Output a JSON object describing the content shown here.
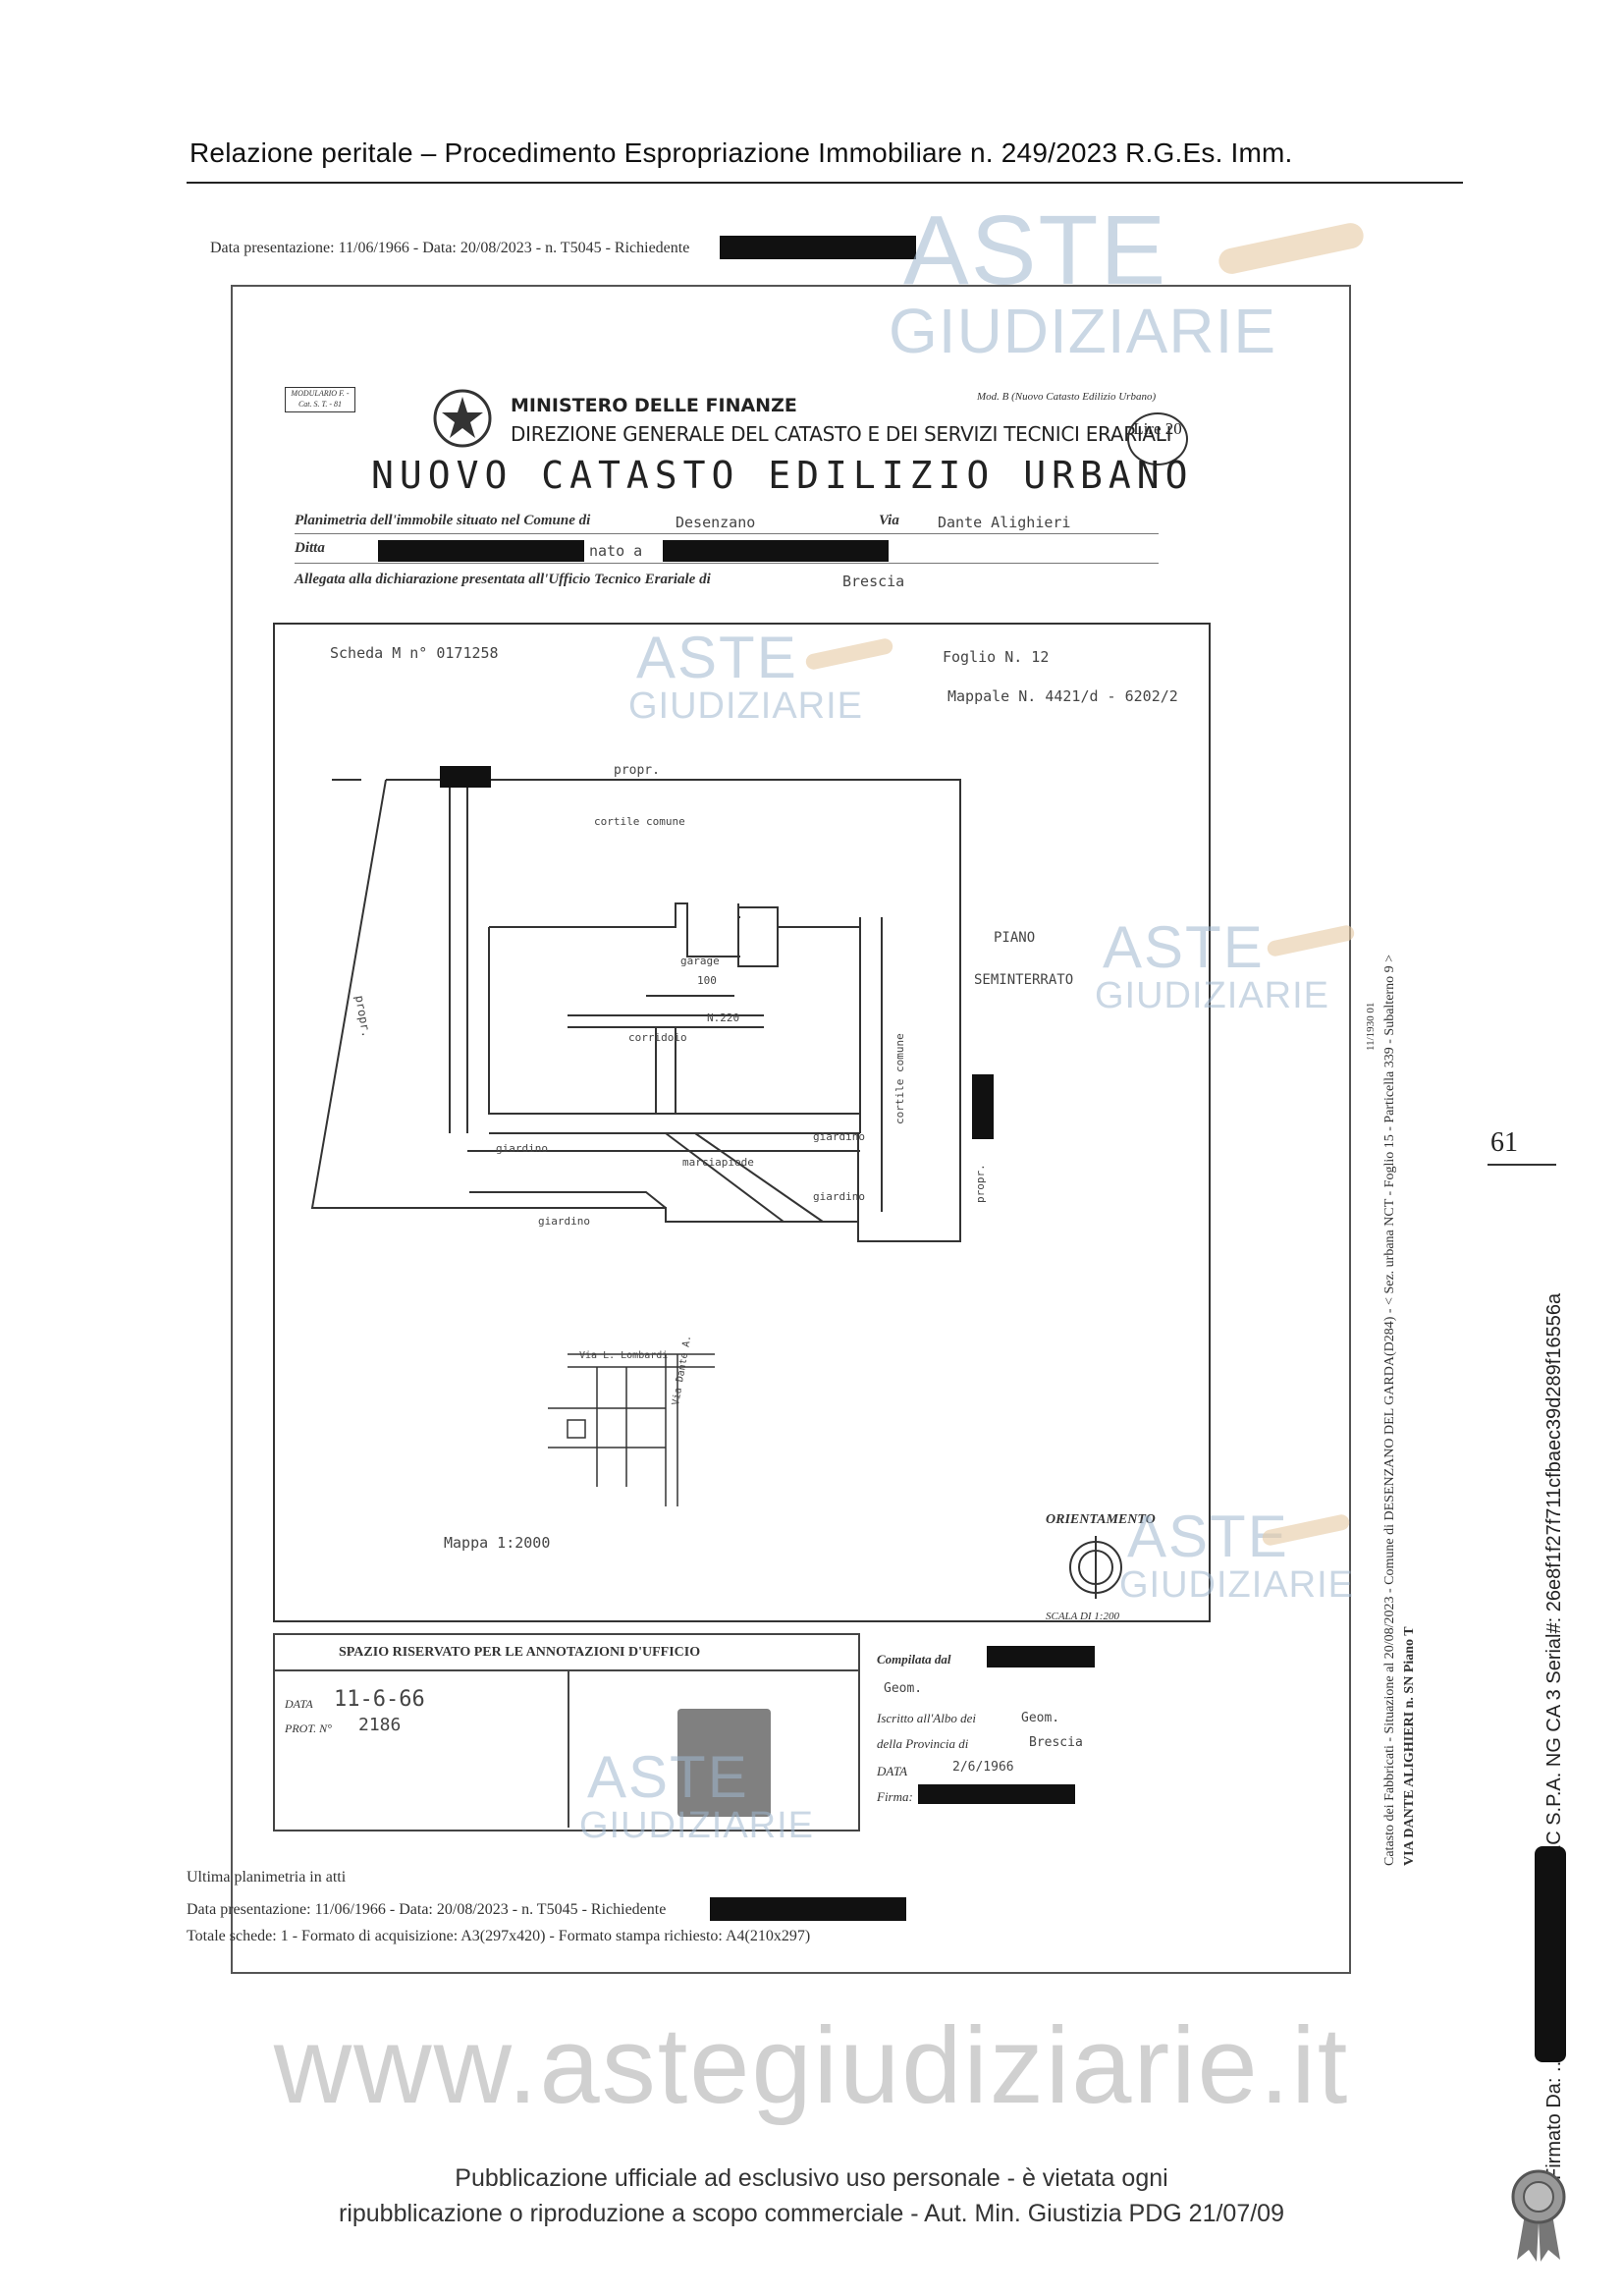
{
  "header": {
    "text": "Relazione peritale  – Procedimento Espropriazione Immobiliare n. 249/2023  R.G.Es. Imm."
  },
  "page_number": "61",
  "top_meta": "Data presentazione: 11/06/1966 - Data: 20/08/2023 - n. T5045 - Richiedente",
  "watermark": {
    "line1": "ASTE",
    "line2": "GIUDIZIARIE"
  },
  "form": {
    "modulario": "MODULARIO F. - Cat. S. T. - 81",
    "ministry": "MINISTERO DELLE FINANZE",
    "direction": "DIREZIONE GENERALE DEL CATASTO E DEI SERVIZI TECNICI ERARIALI",
    "title": "NUOVO CATASTO EDILIZIO URBANO",
    "stamp_value": "Lire 20",
    "mod_ref": "Mod. B (Nuovo Catasto Edilizio Urbano)",
    "planimetria_label": "Planimetria dell'immobile situato nel Comune di",
    "comune": "Desenzano",
    "via_label": "Via",
    "via": "Dante Alighieri",
    "ditta_label": "Ditta",
    "ditta_mid": "nato a",
    "allegata_label": "Allegata alla dichiarazione presentata all'Ufficio Tecnico Erariale di",
    "ufficio": "Brescia"
  },
  "plan": {
    "scheda": "Scheda M n° 0171258",
    "foglio": "Foglio N. 12",
    "mappale": "Mappale N. 4421/d - 6202/2",
    "propr_top": "propr.",
    "propr_left": "propr.",
    "propr_right": "propr.",
    "cortile_comune_top": "cortile comune",
    "cortile_comune_right": "cortile comune",
    "piano": "PIANO",
    "seminterrato": "SEMINTERRATO",
    "garage": "garage",
    "garage_num": "100",
    "corridoio": "corridoio",
    "n220": "N.220",
    "giardino_left": "giardino",
    "giardino_right": "giardino",
    "giardino_right2": "giardino",
    "giardino_bottom": "giardino",
    "marciapiede": "marciapiede",
    "via_lombardi": "Via L. Lombardi",
    "via_dante": "Via Dante A.",
    "mappa": "Mappa 1:2000",
    "orientamento": "ORIENTAMENTO",
    "scala": "SCALA DI 1:200"
  },
  "office": {
    "title": "SPAZIO RISERVATO PER LE ANNOTAZIONI D'UFFICIO",
    "data_label": "DATA",
    "data_value": "11-6-66",
    "prot_label": "PROT. N°",
    "prot_value": "2186",
    "compilata_label": "Compilata dal",
    "compilata_value": "Geom.",
    "iscritto_label": "Iscritto all'Albo dei",
    "iscritto_value": "Geom.",
    "provincia_label": "della Provincia di",
    "provincia_value": "Brescia",
    "data2_label": "DATA",
    "data2_value": "2/6/1966",
    "firma_label": "Firma:"
  },
  "bottom_meta": {
    "line1": "Ultima planimetria in atti",
    "line2": "Data presentazione: 11/06/1966 - Data: 20/08/2023 - n. T5045 - Richiedente",
    "line3": "Totale schede: 1 - Formato di acquisizione: A3(297x420)  - Formato stampa richiesto: A4(210x297)"
  },
  "side_text": {
    "line1": "Catasto dei Fabbricati - Situazione al 20/08/2023 - Comune di DESENZANO DEL GARDA(D284) - < Sez. urbana NCT - Foglio 15 - Particella 339 - Subalterno 9 >",
    "line2": "VIA DANTE ALIGHIERI n. SN Piano T",
    "code": "11/1930 01"
  },
  "signature_strip": "Firmato Da:  ...  Emesso Da: ARUBAPEC S.P.A. NG CA 3 Serial#: 26e8f1f27f711cfbaec39d289f16556a",
  "site": "www.astegiudiziarie.it",
  "footer": {
    "line1": "Pubblicazione ufficiale ad esclusivo uso personale - è vietata ogni",
    "line2": "ripubblicazione o riproduzione a scopo commerciale - Aut. Min. Giustizia PDG 21/07/09"
  }
}
